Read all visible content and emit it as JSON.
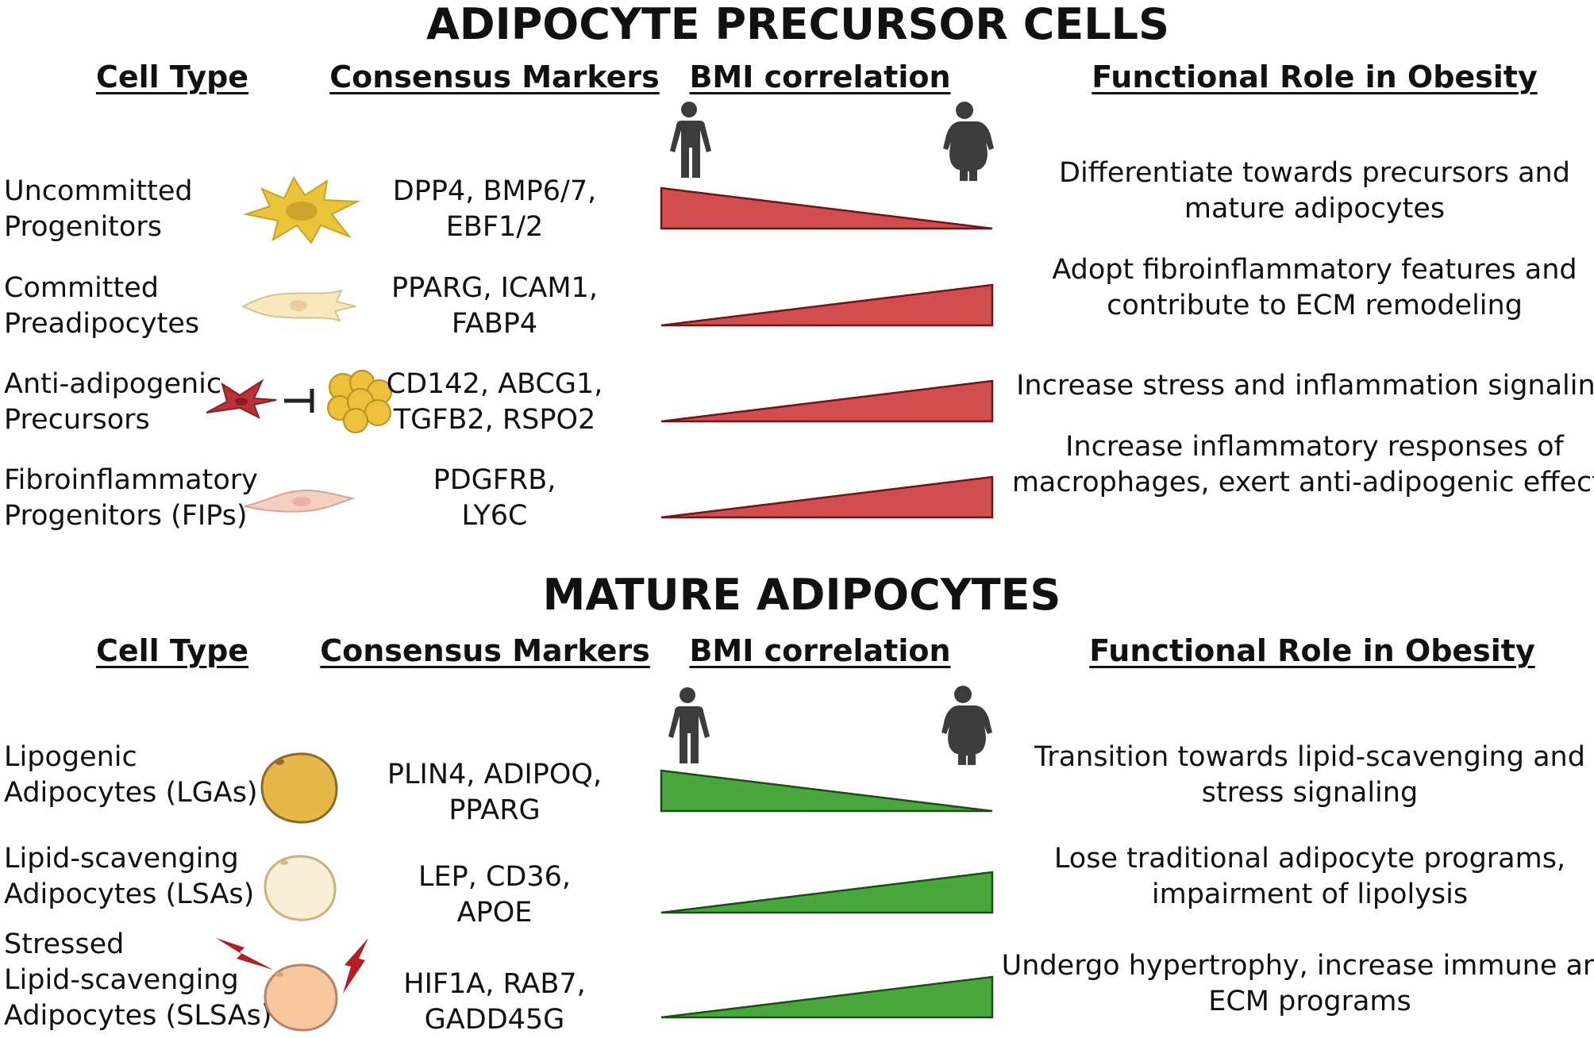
{
  "sections": [
    {
      "title": "ADIPOCYTE PRECURSOR CELLS",
      "headers": {
        "cell_type": "Cell Type",
        "markers": "Consensus Markers",
        "bmi": "BMI correlation",
        "role": "Functional Role in Obesity"
      },
      "rows": [
        {
          "name": [
            "Uncommitted",
            "Progenitors"
          ],
          "markers": [
            "DPP4, BMP6/7,",
            "EBF1/2"
          ],
          "bmi_trend": "decreasing",
          "role": [
            "Differentiate towards precursors and",
            "mature adipocytes"
          ]
        },
        {
          "name": [
            "Committed",
            "Preadipocytes"
          ],
          "markers": [
            "PPARG, ICAM1,",
            "FABP4"
          ],
          "bmi_trend": "increasing",
          "role": [
            "Adopt fibroinflammatory features and",
            "contribute to ECM remodeling"
          ]
        },
        {
          "name": [
            "Anti-adipogenic",
            "Precursors"
          ],
          "markers": [
            "CD142, ABCG1,",
            "TGFB2, RSPO2"
          ],
          "bmi_trend": "increasing",
          "role": [
            "Increase stress and inflammation signaling"
          ]
        },
        {
          "name": [
            "Fibroinflammatory",
            "Progenitors (FIPs)"
          ],
          "markers": [
            "PDGFRB,",
            "LY6C"
          ],
          "bmi_trend": "increasing",
          "role": [
            "Increase inflammatory responses of",
            "macrophages, exert anti-adipogenic effects"
          ]
        }
      ]
    },
    {
      "title": "MATURE ADIPOCYTES",
      "headers": {
        "cell_type": "Cell Type",
        "markers": "Consensus Markers",
        "bmi": "BMI correlation",
        "role": "Functional Role in Obesity"
      },
      "rows": [
        {
          "name": [
            "Lipogenic",
            "Adipocytes (LGAs)"
          ],
          "markers": [
            "PLIN4, ADIPOQ,",
            "PPARG"
          ],
          "bmi_trend": "decreasing",
          "role": [
            "Transition towards lipid-scavenging and",
            "stress signaling"
          ]
        },
        {
          "name": [
            "Lipid-scavenging",
            "Adipocytes (LSAs)"
          ],
          "markers": [
            "LEP, CD36,",
            "APOE"
          ],
          "bmi_trend": "increasing",
          "role": [
            "Lose traditional adipocyte programs,",
            "impairment of lipolysis"
          ]
        },
        {
          "name": [
            "Stressed",
            "Lipid-scavenging",
            "Adipocytes (SLSAs)"
          ],
          "markers": [
            "HIF1A, RAB7,",
            "GADD45G"
          ],
          "bmi_trend": "increasing",
          "role": [
            "Undergo hypertrophy, increase immune and",
            "ECM programs"
          ]
        }
      ]
    }
  ],
  "colors": {
    "precursor_wedge": "#d24d4f",
    "precursor_wedge_stroke": "#6e1518",
    "mature_wedge": "#4aa73e",
    "mature_wedge_stroke": "#1d4d17",
    "person_icon": "#3c3c3c",
    "progenitor_cell": "#eac43a",
    "preadipocyte_cell": "#f8e8be",
    "anti_adipogenic_cell": "#b8323a",
    "fip_cell": "#f4d0c3",
    "lga_cell": "#e6b84a",
    "lsa_cell": "#fbeed6",
    "slsa_cell": "#f9c79e",
    "lightning": "#b21f24"
  },
  "icons": [
    "lean-person-icon",
    "obese-person-icon",
    "inhibition-icon",
    "lightning-icon"
  ]
}
